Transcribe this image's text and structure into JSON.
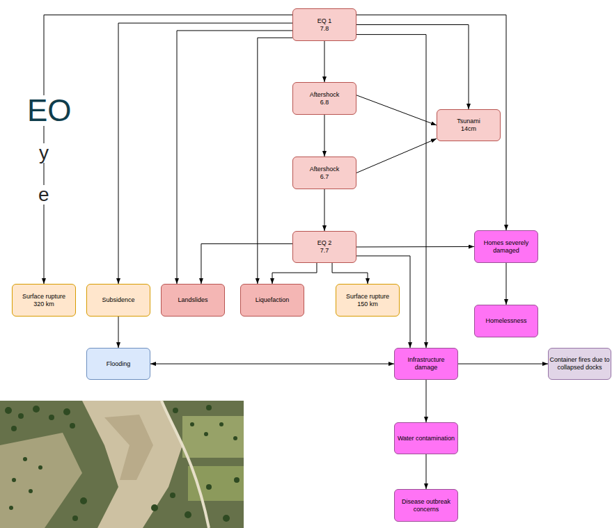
{
  "diagram": {
    "nodes": [
      {
        "text": [
          "EQ 1",
          "7.8"
        ]
      },
      {
        "text": [
          "Aftershock",
          "6.8"
        ]
      },
      {
        "text": [
          "Aftershock",
          "6.7"
        ]
      },
      {
        "text": [
          "Tsunami",
          "14cm"
        ]
      },
      {
        "text": [
          "EQ 2",
          "7.7"
        ]
      },
      {
        "text": [
          "Homes severely damaged"
        ]
      },
      {
        "text": [
          "Homelessness"
        ]
      },
      {
        "text": [
          "Surface rupture",
          "320 km"
        ]
      },
      {
        "text": [
          "Subsidence"
        ]
      },
      {
        "text": [
          "Landslides"
        ]
      },
      {
        "text": [
          "Liquefaction"
        ]
      },
      {
        "text": [
          "Surface rupture",
          "150 km"
        ]
      },
      {
        "text": [
          "Flooding"
        ]
      },
      {
        "text": [
          "Infrastructure damage"
        ]
      },
      {
        "text": [
          "Container fires due to collapsed docks"
        ]
      },
      {
        "text": [
          "Water contamination"
        ]
      },
      {
        "text": [
          "Disease outbreak concerns"
        ]
      }
    ],
    "edges": [
      {
        "from": 0,
        "to": 7,
        "arrow": "to"
      },
      {
        "from": 0,
        "to": 8,
        "arrow": "to"
      },
      {
        "from": 0,
        "to": 9,
        "arrow": "to"
      },
      {
        "from": 0,
        "to": 10,
        "arrow": "to"
      },
      {
        "from": 0,
        "to": 1,
        "arrow": "to"
      },
      {
        "from": 0,
        "to": 3,
        "arrow": "to"
      },
      {
        "from": 0,
        "to": 5,
        "arrow": "to"
      },
      {
        "from": 0,
        "to": 13,
        "arrow": "to"
      },
      {
        "from": 1,
        "to": 3,
        "arrow": "to"
      },
      {
        "from": 1,
        "to": 2,
        "arrow": "to"
      },
      {
        "from": 2,
        "to": 3,
        "arrow": "to"
      },
      {
        "from": 2,
        "to": 4,
        "arrow": "to"
      },
      {
        "from": 4,
        "to": 9,
        "arrow": "to"
      },
      {
        "from": 4,
        "to": 10,
        "arrow": "to"
      },
      {
        "from": 4,
        "to": 11,
        "arrow": "to"
      },
      {
        "from": 4,
        "to": 5,
        "arrow": "to"
      },
      {
        "from": 4,
        "to": 13,
        "arrow": "to"
      },
      {
        "from": 5,
        "to": 6,
        "arrow": "to"
      },
      {
        "from": 8,
        "to": 12,
        "arrow": "to"
      },
      {
        "from": 12,
        "to": 13,
        "arrow": "both"
      },
      {
        "from": 13,
        "to": 14,
        "arrow": "to"
      },
      {
        "from": 13,
        "to": 15,
        "arrow": "to"
      },
      {
        "from": 15,
        "to": 16,
        "arrow": "to"
      }
    ],
    "labels": [
      "EO",
      "y",
      "e"
    ]
  }
}
